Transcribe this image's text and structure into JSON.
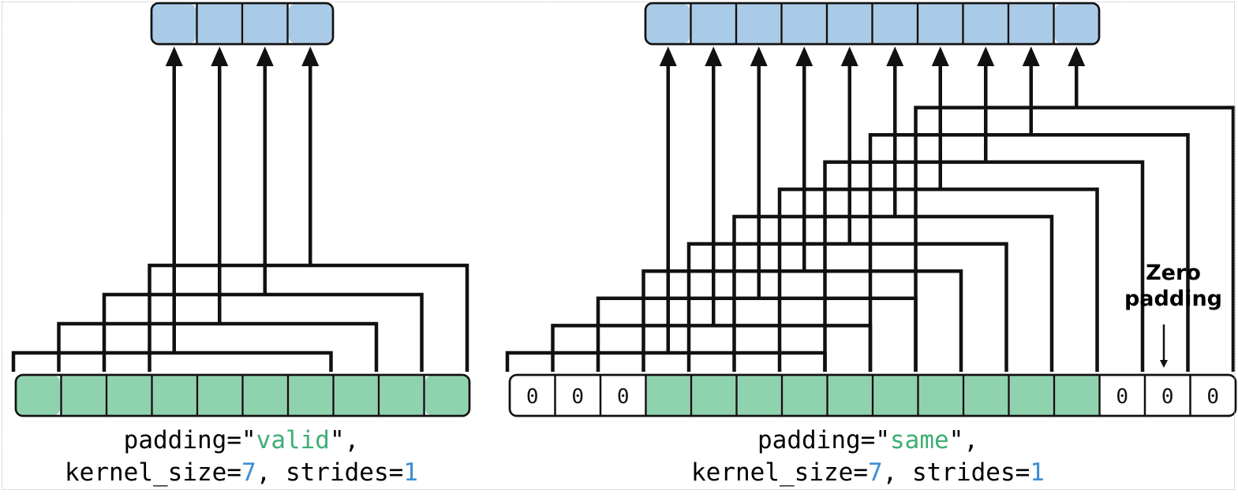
{
  "colors": {
    "output": "#a9cbe8",
    "input": "#8fd3ae",
    "padding_cell": "#ffffff",
    "stroke": "#111111",
    "keyword": "#1a1a1a",
    "string_value": "#3fae74",
    "number_value": "#3c8ed4"
  },
  "left": {
    "input_cells": 10,
    "output_cells": 4,
    "connected_outputs": 4,
    "kernel_size": 7,
    "pad_left": 0,
    "pad_right": 0,
    "caption_line1": {
      "prefix": "padding=\"",
      "value": "valid",
      "suffix": "\","
    },
    "caption_line2": {
      "k_prefix": "kernel_size=",
      "k_value": "7",
      "s_prefix": ", strides=",
      "s_value": "1"
    }
  },
  "right": {
    "input_cells": 16,
    "output_cells": 10,
    "connected_outputs": 10,
    "kernel_size": 7,
    "pad_left": 3,
    "pad_right": 3,
    "pad_value": "0",
    "annotation_line1": "Zero",
    "annotation_line2": "padding",
    "caption_line1": {
      "prefix": "padding=\"",
      "value": "same",
      "suffix": "\","
    },
    "caption_line2": {
      "k_prefix": "kernel_size=",
      "k_value": "7",
      "s_prefix": ", strides=",
      "s_value": "1"
    }
  }
}
